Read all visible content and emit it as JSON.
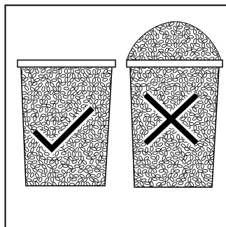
{
  "figure": {
    "panels": [
      {
        "id": "left",
        "marker": "checkmark",
        "fill_state": "level"
      },
      {
        "id": "right",
        "marker": "cross",
        "fill_state": "heaped"
      }
    ],
    "colors": {
      "line": "#000000",
      "background": "#ffffff",
      "grain_fill": "#ffffff"
    }
  }
}
